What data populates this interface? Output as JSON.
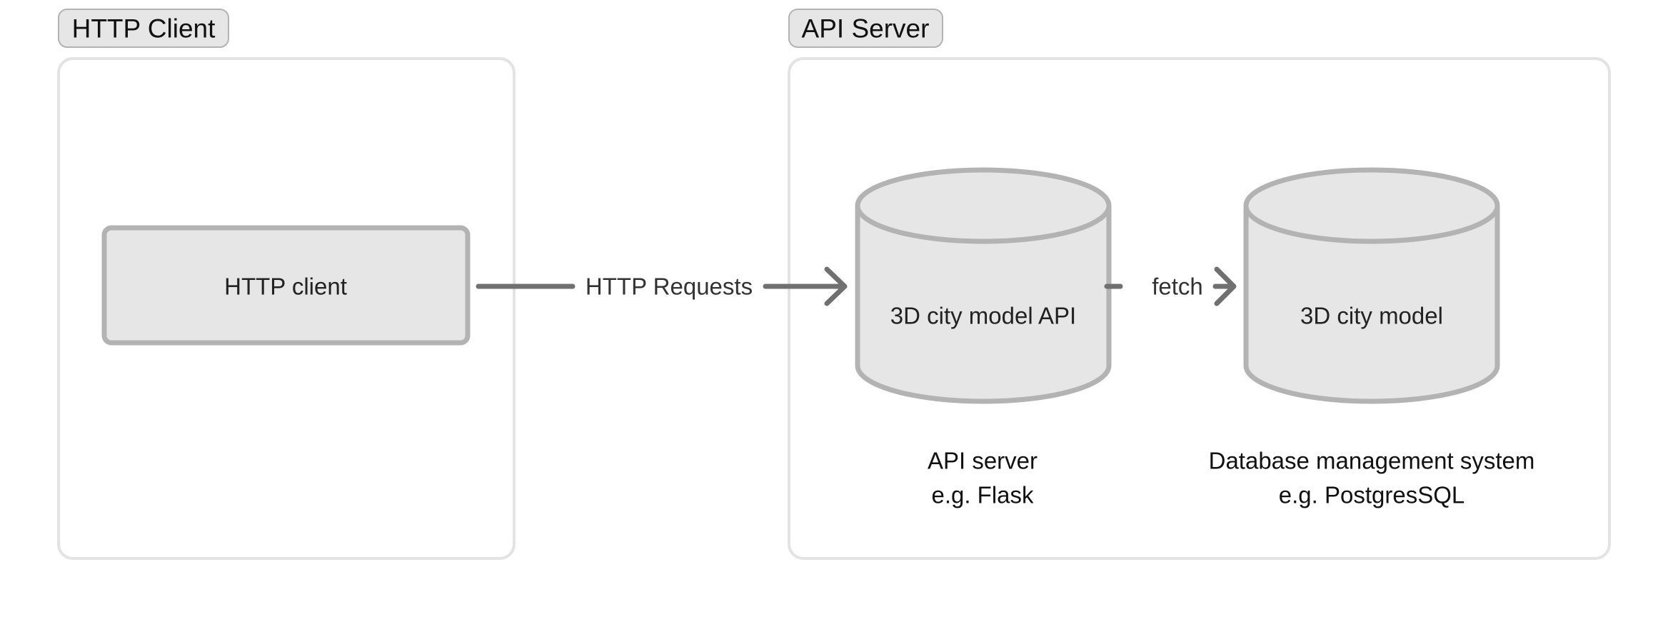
{
  "groups": {
    "client": {
      "title": "HTTP Client"
    },
    "server": {
      "title": "API Server"
    }
  },
  "nodes": {
    "http_client": {
      "label": "HTTP client",
      "shape": "rectangle"
    },
    "city_api": {
      "label": "3D city model API",
      "shape": "cylinder"
    },
    "city_model": {
      "label": "3D city model",
      "shape": "cylinder"
    }
  },
  "edges": {
    "requests": {
      "label": "HTTP Requests",
      "from": "http_client",
      "to": "city_api"
    },
    "fetch": {
      "label": "fetch",
      "from": "city_api",
      "to": "city_model"
    }
  },
  "captions": {
    "api": {
      "line1": "API server",
      "line2": "e.g. Flask"
    },
    "db": {
      "line1": "Database management system",
      "line2": "e.g. PostgresSQL"
    }
  },
  "colors": {
    "background": "#ffffff",
    "group_border": "#e3e3e3",
    "tag_fill": "#e6e6e6",
    "tag_border": "#b3b3b3",
    "node_fill": "#e6e6e6",
    "node_stroke": "#b3b3b3",
    "edge_stroke": "#707070"
  }
}
